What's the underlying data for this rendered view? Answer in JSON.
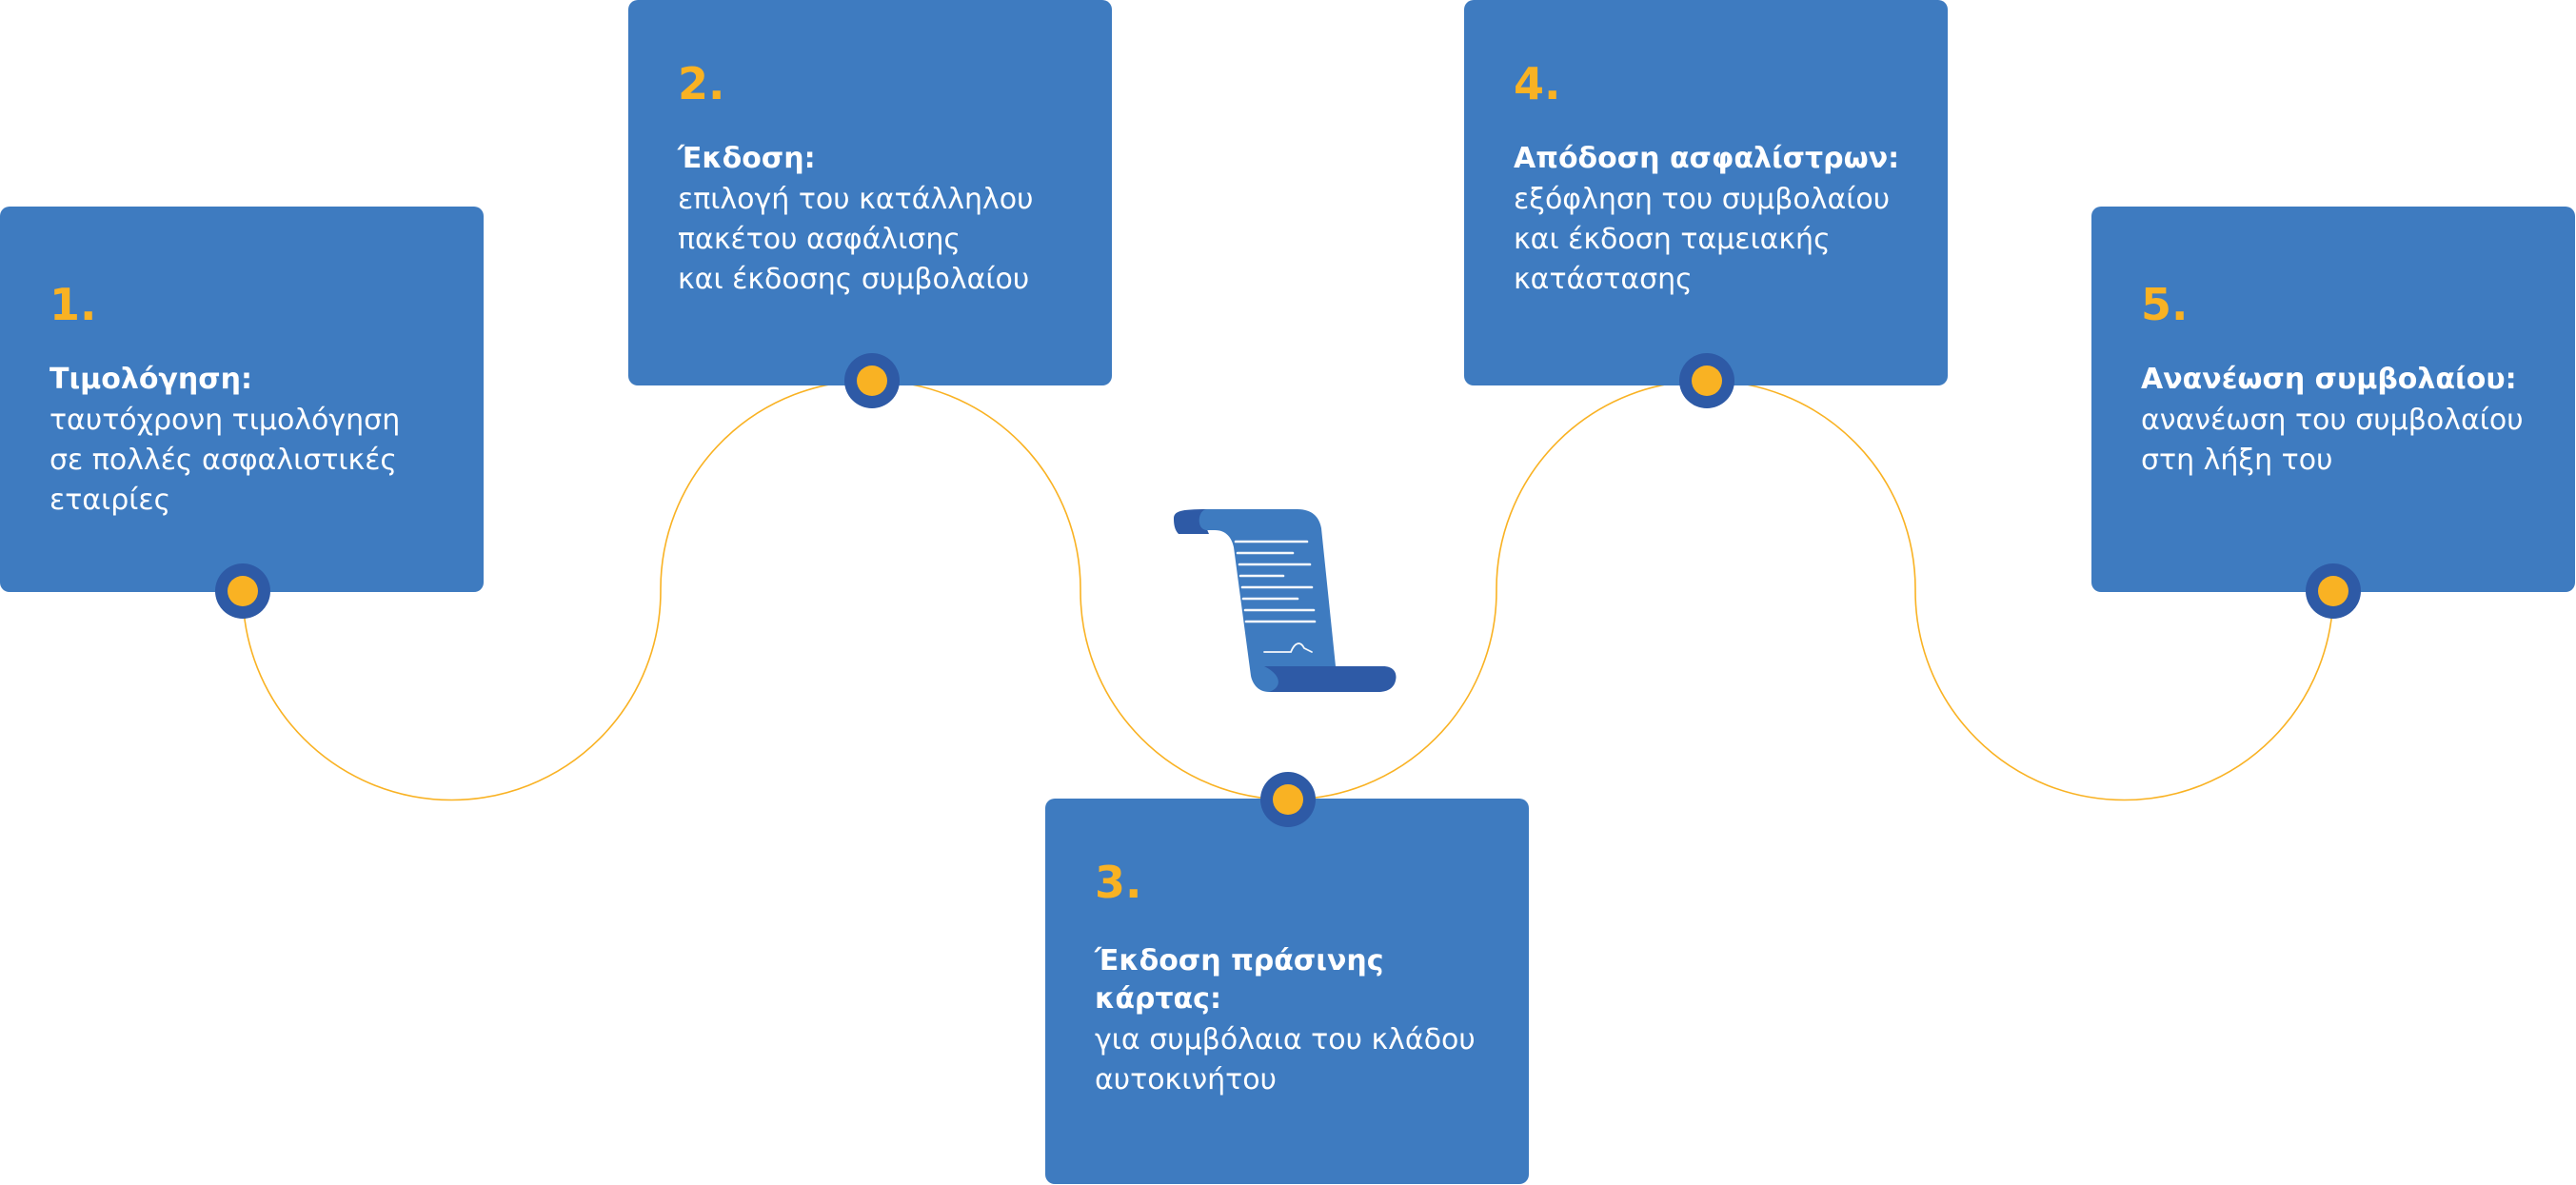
{
  "colors": {
    "card_background": "#3e7bc0",
    "number_accent": "#f9b223",
    "node_ring": "#2e5aa6",
    "connector_line": "#f9b223"
  },
  "icons": {
    "center": "document-scroll-icon"
  },
  "steps": [
    {
      "number": "1.",
      "title": "Τιμολόγηση:",
      "lines": [
        "ταυτόχρονη τιμολόγηση",
        "σε πολλές ασφαλιστικές",
        "εταιρίες"
      ]
    },
    {
      "number": "2.",
      "title": "Έκδοση:",
      "lines": [
        "επιλογή του κατάλληλου",
        "πακέτου ασφάλισης",
        "και έκδοσης συμβολαίου"
      ]
    },
    {
      "number": "3.",
      "title_lines": [
        "Έκδοση πράσινης",
        "κάρτας:"
      ],
      "lines": [
        "για συμβόλαια του κλάδου",
        "αυτοκινήτου"
      ]
    },
    {
      "number": "4.",
      "title": "Απόδοση ασφαλίστρων:",
      "lines": [
        "εξόφληση του συμβολαίου",
        "και έκδοση ταμειακής",
        "κατάστασης"
      ]
    },
    {
      "number": "5.",
      "title": "Ανανέωση συμβολαίου:",
      "lines": [
        "ανανέωση του συμβολαίου",
        "στη λήξη του"
      ]
    }
  ]
}
